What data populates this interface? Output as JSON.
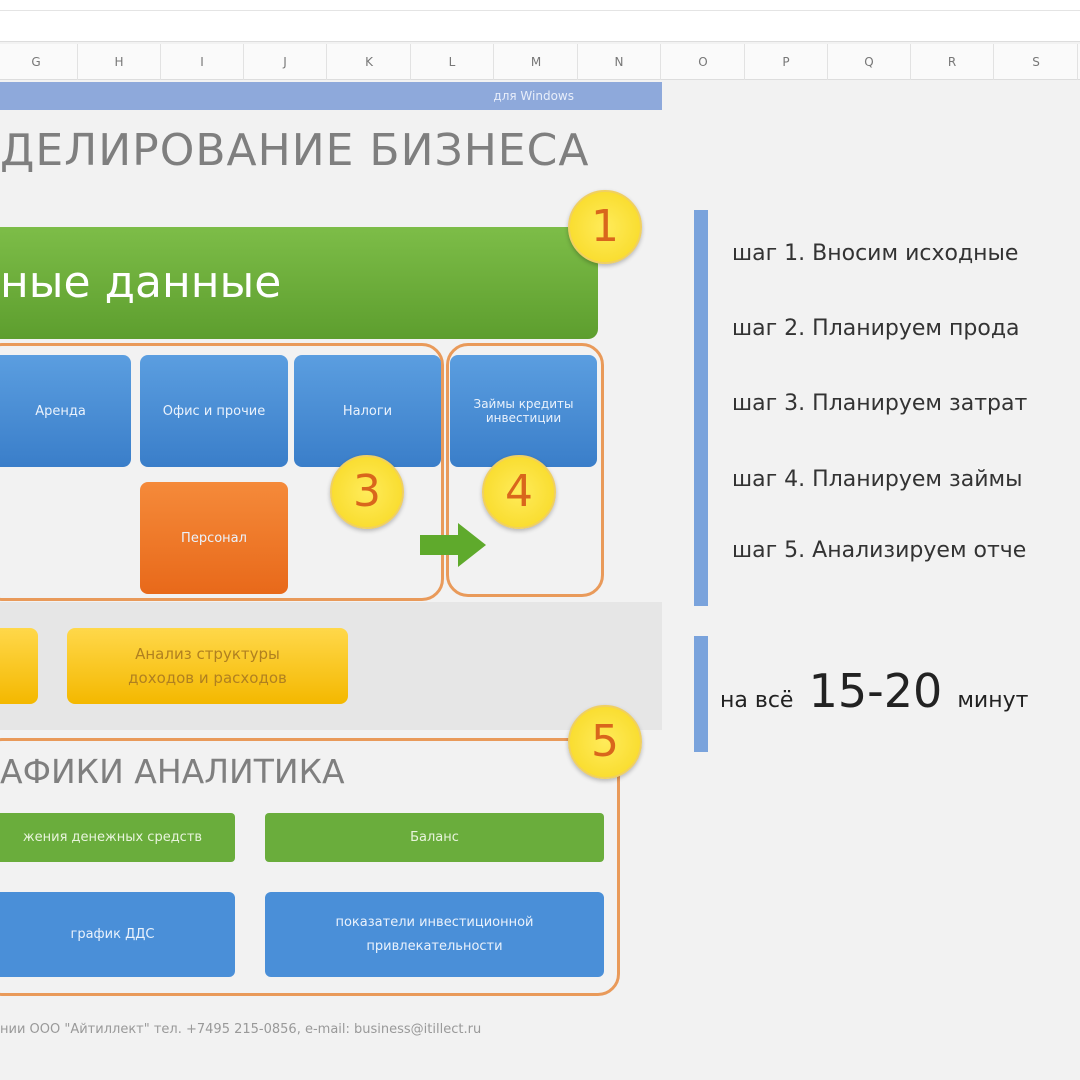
{
  "columns": [
    "G",
    "H",
    "I",
    "J",
    "K",
    "L",
    "M",
    "N",
    "O",
    "P",
    "Q",
    "R",
    "S"
  ],
  "banner": "для Windows",
  "title": "ДЕЛИРОВАНИЕ БИЗНЕСА",
  "input_block": "ные данные",
  "badges": [
    "1",
    "3",
    "4",
    "5"
  ],
  "cost_boxes": {
    "rent": "Аренда",
    "office": "Офис и прочие",
    "taxes": "Налоги",
    "loans": "Займы кредиты инвестиции",
    "staff": "Персонал"
  },
  "analysis": {
    "structure": "Анализ структуры доходов и расходов"
  },
  "analytics": {
    "heading": "АФИКИ АНАЛИТИКА",
    "cashflow": "жения денежных средств",
    "balance": "Баланс",
    "dds_chart": "график ДДС",
    "investment": "показатели инвестиционной привлекательности"
  },
  "footer": "нии ООО \"Айтиллект\" тел. +7495 215-0856, e-mail: business@itillect.ru",
  "steps": [
    "шаг 1. Вносим исходные",
    "шаг 2. Планируем прода",
    "шаг 3. Планируем затрат",
    "шаг 4. Планируем займы",
    "шаг 5. Анализируем отче"
  ],
  "time": {
    "prefix": "на всё",
    "value": "15-20",
    "suffix": "минут"
  },
  "colors": {
    "green": "#6aad3c",
    "blue": "#3a7ec9",
    "orange": "#ee7a24",
    "yellow": "#f7d820",
    "frame": "#e99a5a"
  }
}
